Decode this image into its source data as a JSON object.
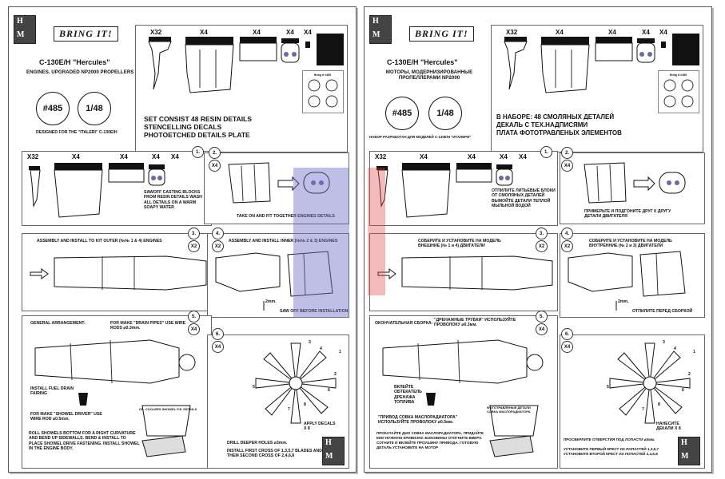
{
  "left": {
    "brand": "BRING IT!",
    "title": "C-130E/H \"Hercules\"",
    "subtitle": "ENGINES. UPGRADED NP2000 PROPELLERS",
    "code": "#485",
    "scale": "1/48",
    "designed_for": "DESIGNED FOR THE \"ITALERI\" C-130E/H",
    "set_lines": [
      "SET CONSIST 48 RESIN DETAILS",
      "STENCELLING DECALS",
      "PHOTOETCHED DETAILS PLATE"
    ],
    "qty_top": [
      "X32",
      "X4",
      "X4",
      "X4",
      "X4"
    ],
    "qty_row2": [
      "X32",
      "X4",
      "X4",
      "X4",
      "X4"
    ],
    "step1_text": "SAWOFF CASTING BLOCKS FROM RESIN DETAILS WASH ALL DETAILS ON A WARM SOAPY WATER",
    "step2_text": "TAKE ON AND FIT TOGETHER ENGINES DETAILS",
    "step3_text": "ASSEMBLY AND INSTALL TO KIT OUTER (№№ 1 & 4) ENGINES",
    "step4_text": "ASSEMBLY AND INSTALL INNER (№№ 2 & 3) ENGINES",
    "dim": "2mm.",
    "saw_off": "SAW OFF BEFORE INSTALLATION",
    "general": "GENERAL ARRANGEMENT:",
    "drain_pipes": "FOR MAKE \"DRAIN PIPES\" USE WIRE RODS ⌀0.3mm.",
    "fuel_drain": "INSTALL FUEL DRAIN FAIRING",
    "showel_driver": "FOR MAKE \"SHOWEL DRIVER\" USE WIRE ROD ⌀0.5mm.",
    "oil_coolers": "OIL COOLERS SHOWEL P.E. DETAILS",
    "roll_text": "ROLL SHOWELS BOTTOM FOR A RIGHT CURVATURE AND BEND UP SIDEWALLS. BEND & INSTALL TO PLACE SHOWEL DRIVE FASTENING. INSTALL SHOWEL IN THE ENGINE BODY.",
    "drill": "DRILL DEEPER HOLES ⌀3mm.",
    "install_cross": "INSTALL FIRST CROSS OF 1,3,5,7 BLADES AND THEM SECOND CROSS OF 2,4,6,8",
    "apply_decals": "APPLY DECALS X 8"
  },
  "right": {
    "brand": "BRING IT!",
    "title": "C-130E/H \"Hercules\"",
    "subtitle": "МОТОРЫ, МОДЕРНИЗИРОВАННЫЕ ПРОПЕЛЛЕРАМИ NP2000",
    "code": "#485",
    "scale": "1/48",
    "designed_for": "НАБОР РАЗРАБОТАН ДЛЯ МОДЕЛЕЙ C-130E/H \"ИТАЛЕРИ\"",
    "set_lines": [
      "В НАБОРЕ: 48 СМОЛЯНЫХ ДЕТАЛЕЙ",
      "ДЕКАЛЬ С ТЕХ.НАДПИСЯМИ",
      "ПЛАТА ФОТОТРАВЛЕНЫХ ЭЛЕМЕНТОВ"
    ],
    "qty_top": [
      "X32",
      "X4",
      "X4",
      "X4",
      "X4"
    ],
    "qty_row2": [
      "X32",
      "X4",
      "X4",
      "X4",
      "X4"
    ],
    "step1_text": "ОТПИЛИТЕ ЛИТЬЕВЫЕ БЛОКИ ОТ СМОЛЯНЫХ ДЕТАЛЕЙ ВЫМОЙТЕ ДЕТАЛИ ТЕПЛОЙ МЫЛЬНОЙ ВОДОЙ",
    "step2_text": "ПРИМЕРЬТЕ И ПОДГОНИТЕ ДРУГ К ДРУГУ ДЕТАЛИ ДВИГАТЕЛЯ",
    "step3_text": "СОБЕРИТЕ И УСТАНОВИТЕ НА МОДЕЛЬ ВНЕШНИЕ (№ 1 и 4) ДВИГАТЕЛИ",
    "step4_text": "СОБЕРИТЕ И УСТАНОВИТЕ НА МОДЕЛЬ ВНУТРЕННИЕ (№ 2 и 3) ДВИГАТЕЛИ",
    "dim": "2mm.",
    "saw_off": "ОТПИЛИТЕ ПЕРЕД СБОРКОЙ",
    "general": "ОКОНЧАТЕЛЬНАЯ СБОРКА:",
    "drain_pipes": "\"ДРЕНАЖНЫЕ ТРУБКИ\" ИСПОЛЬЗУЙТЕ ПРОВОЛОКУ ⌀0.3мм.",
    "fuel_drain": "ВКЛЕЙТЕ ОБТЕКАТЕЛЬ ДРЕНАЖА ТОПЛИВА",
    "showel_driver": "\"ПРИВОД СОВКА МАСЛОРАДИАТОРА\" ИСПОЛЬЗУЙТЕ ПРОВОЛОКУ ⌀0.5мм.",
    "oil_coolers": "ФОТОТРАВЛЕНЫЕ ДЕТАЛИ СОВКА МАСЛОРАДИАТОРА",
    "roll_text": "ПРОКАТАЙТЕ ДНО СОВКА МАСЛОРАДИАТОРА, ПРИДАЙТЕ ЕМУ НУЖНУЮ КРИВИЗНУ. БОКОВИНЫ ОТОГНИТЕ ВВЕРХ. СОГНИТЕ И ВКЛЕЙТЕ ПРОУШИНУ ПРИВОДА. ГОТОВУЮ ДЕТАЛЬ УСТАНОВИТЕ НА МОТОР",
    "drill": "ПРОСВЕРЛИТЕ ОТВЕРСТИЯ ПОД ЛОПАСТИ ⌀3мм.",
    "install_cross": "УСТАНОВИТЕ ПЕРВЫЙ КРЕСТ ИЗ ЛОПАСТЕЙ 1,3,5,7 УСТАНОВИТЕ ВТОРОЙ КРЕСТ ИЗ ЛОПАСТЕЙ 2,4,6,8",
    "apply_decals": "НАНЕСИТЕ ДЕКАЛИ X 8"
  },
  "steps": {
    "s1": "1.",
    "s2": "2.",
    "s3": "3.",
    "s4": "4.",
    "s5": "5.",
    "s6": "6.",
    "x2": "X2",
    "x4": "X4"
  },
  "logo": {
    "h": "H",
    "m": "M"
  },
  "decal_caption": "Bring It #485",
  "blade_numbers": [
    "1",
    "2",
    "3",
    "4",
    "5",
    "6",
    "7",
    "8"
  ],
  "colors": {
    "ink": "#111111",
    "frame": "#555555",
    "watermark_blue": "#6e6ec8"
  }
}
